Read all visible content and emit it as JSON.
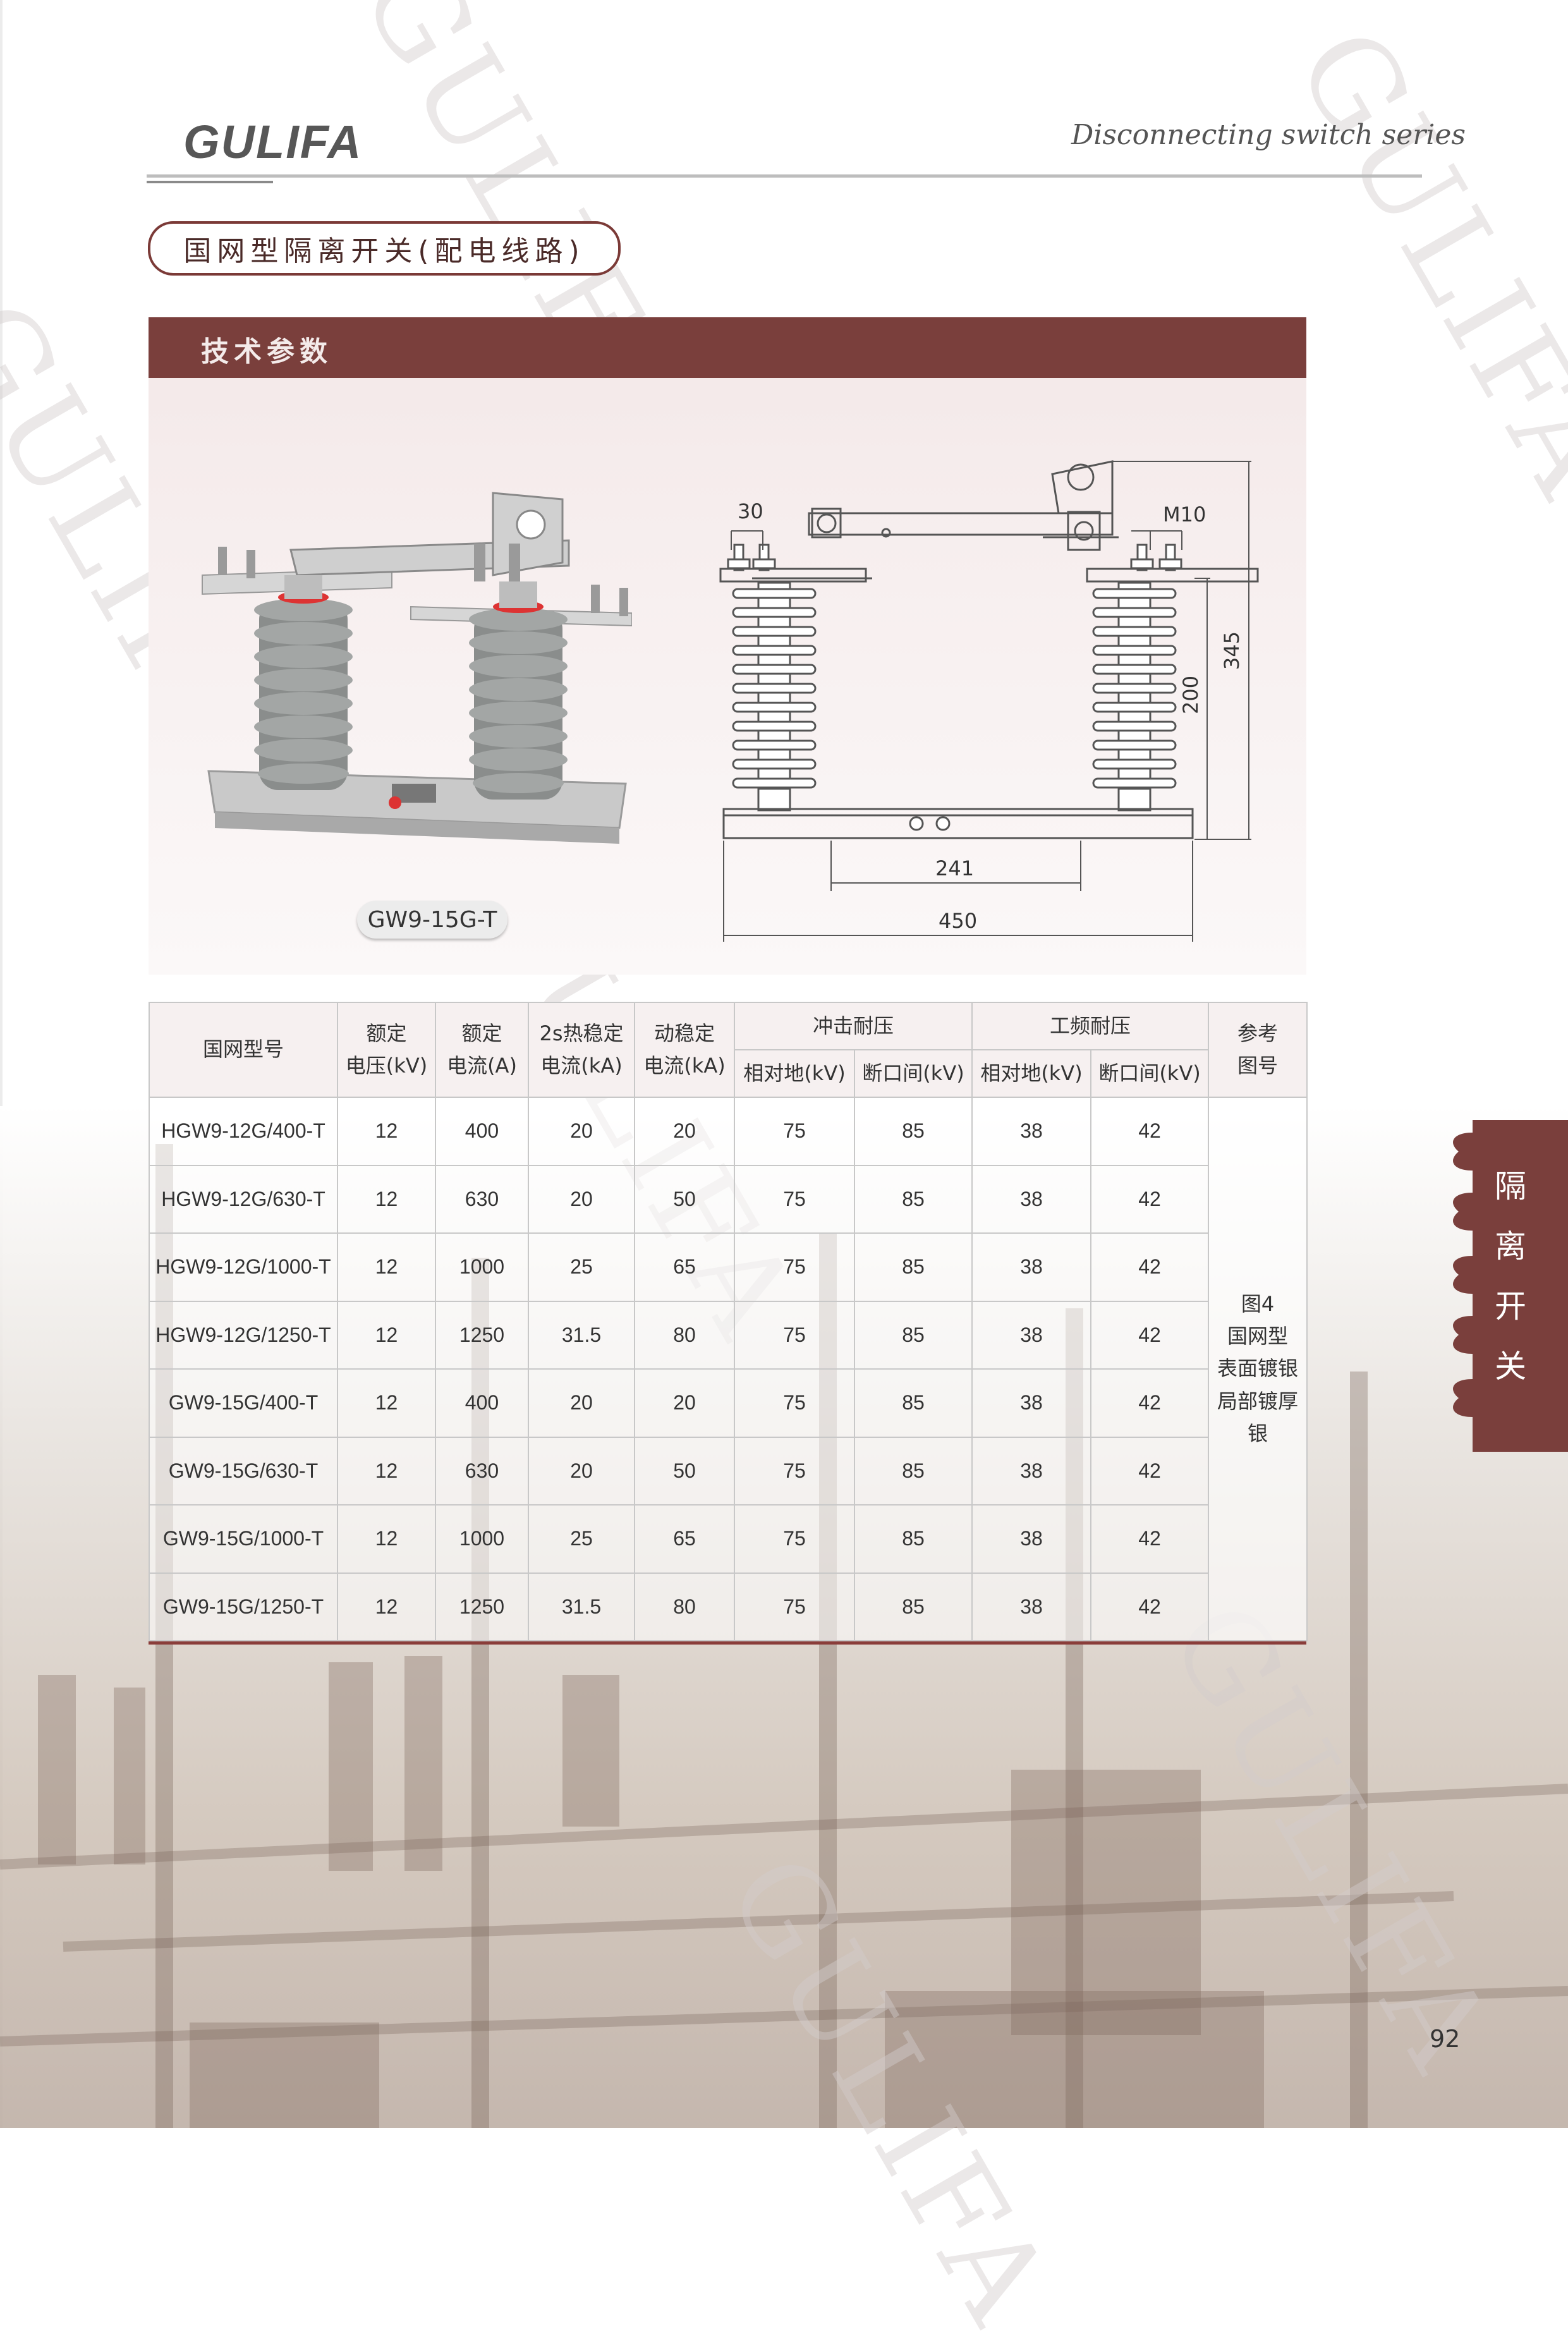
{
  "brand": "GULIFA",
  "series": "Disconnecting switch series",
  "page_title": "国网型隔离开关(配电线路)",
  "section_title": "技术参数",
  "model_label": "GW9-15G-T",
  "watermark": "GULIFA",
  "drawing": {
    "d30": "30",
    "m10": "M10",
    "d345": "345",
    "d200": "200",
    "d241": "241",
    "d450": "450"
  },
  "table": {
    "h_model": "国网型号",
    "h_voltage_1": "额定",
    "h_voltage_2": "电压(kV)",
    "h_current_1": "额定",
    "h_current_2": "电流(A)",
    "h_thermal_1": "2s热稳定",
    "h_thermal_2": "电流(kA)",
    "h_dynamic_1": "动稳定",
    "h_dynamic_2": "电流(kA)",
    "h_impulse": "冲击耐压",
    "h_power_freq": "工频耐压",
    "h_ground": "相对地(kV)",
    "h_gap": "断口间(kV)",
    "h_ground2": "相对地(kV)",
    "h_gap2": "断口间(kV)",
    "h_ref_1": "参考",
    "h_ref_2": "图号",
    "rows": [
      [
        "HGW9-12G/400-T",
        "12",
        "400",
        "20",
        "20",
        "75",
        "85",
        "38",
        "42"
      ],
      [
        "HGW9-12G/630-T",
        "12",
        "630",
        "20",
        "50",
        "75",
        "85",
        "38",
        "42"
      ],
      [
        "HGW9-12G/1000-T",
        "12",
        "1000",
        "25",
        "65",
        "75",
        "85",
        "38",
        "42"
      ],
      [
        "HGW9-12G/1250-T",
        "12",
        "1250",
        "31.5",
        "80",
        "75",
        "85",
        "38",
        "42"
      ],
      [
        "GW9-15G/400-T",
        "12",
        "400",
        "20",
        "20",
        "75",
        "85",
        "38",
        "42"
      ],
      [
        "GW9-15G/630-T",
        "12",
        "630",
        "20",
        "50",
        "75",
        "85",
        "38",
        "42"
      ],
      [
        "GW9-15G/1000-T",
        "12",
        "1000",
        "25",
        "65",
        "75",
        "85",
        "38",
        "42"
      ],
      [
        "GW9-15G/1250-T",
        "12",
        "1250",
        "31.5",
        "80",
        "75",
        "85",
        "38",
        "42"
      ]
    ],
    "ref_1": "图4",
    "ref_2": "国网型",
    "ref_3": "表面镀银",
    "ref_4": "局部镀厚银"
  },
  "side_tab": [
    "隔",
    "离",
    "开",
    "关"
  ],
  "page_number": "92",
  "colors": {
    "accent": "#7a3f3c",
    "rule": "#bdbdbd"
  }
}
